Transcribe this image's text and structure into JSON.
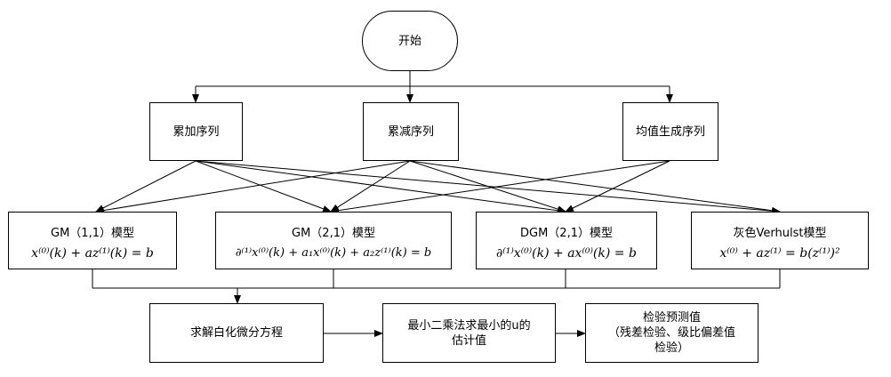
{
  "diagram": {
    "start": "开始",
    "sequences": {
      "accumulate": "累加序列",
      "reduce": "累减序列",
      "mean": "均值生成序列"
    },
    "models": {
      "gm11": {
        "title": "GM（1,1）模型",
        "formula": "x⁽⁰⁾(k) + az⁽¹⁾(k) = b"
      },
      "gm21": {
        "title": "GM（2,1）模型",
        "formula": "∂⁽¹⁾x⁽⁰⁾(k) + a₁x⁽⁰⁾(k) + a₂z⁽¹⁾(k) = b"
      },
      "dgm21": {
        "title": "DGM（2,1）模型",
        "formula": "∂⁽¹⁾x⁽⁰⁾(k) + ax⁽⁰⁾(k) = b"
      },
      "verhulst": {
        "title": "灰色Verhulst模型",
        "formula": "x⁽⁰⁾ + az⁽¹⁾ = b(z⁽¹⁾)²"
      }
    },
    "steps": {
      "solve": "求解白化微分方程",
      "least_squares": "最小二乘法求最小的u的\n估计值",
      "check": "检验预测值\n（残差检验、级比偏差值\n检验）"
    }
  }
}
